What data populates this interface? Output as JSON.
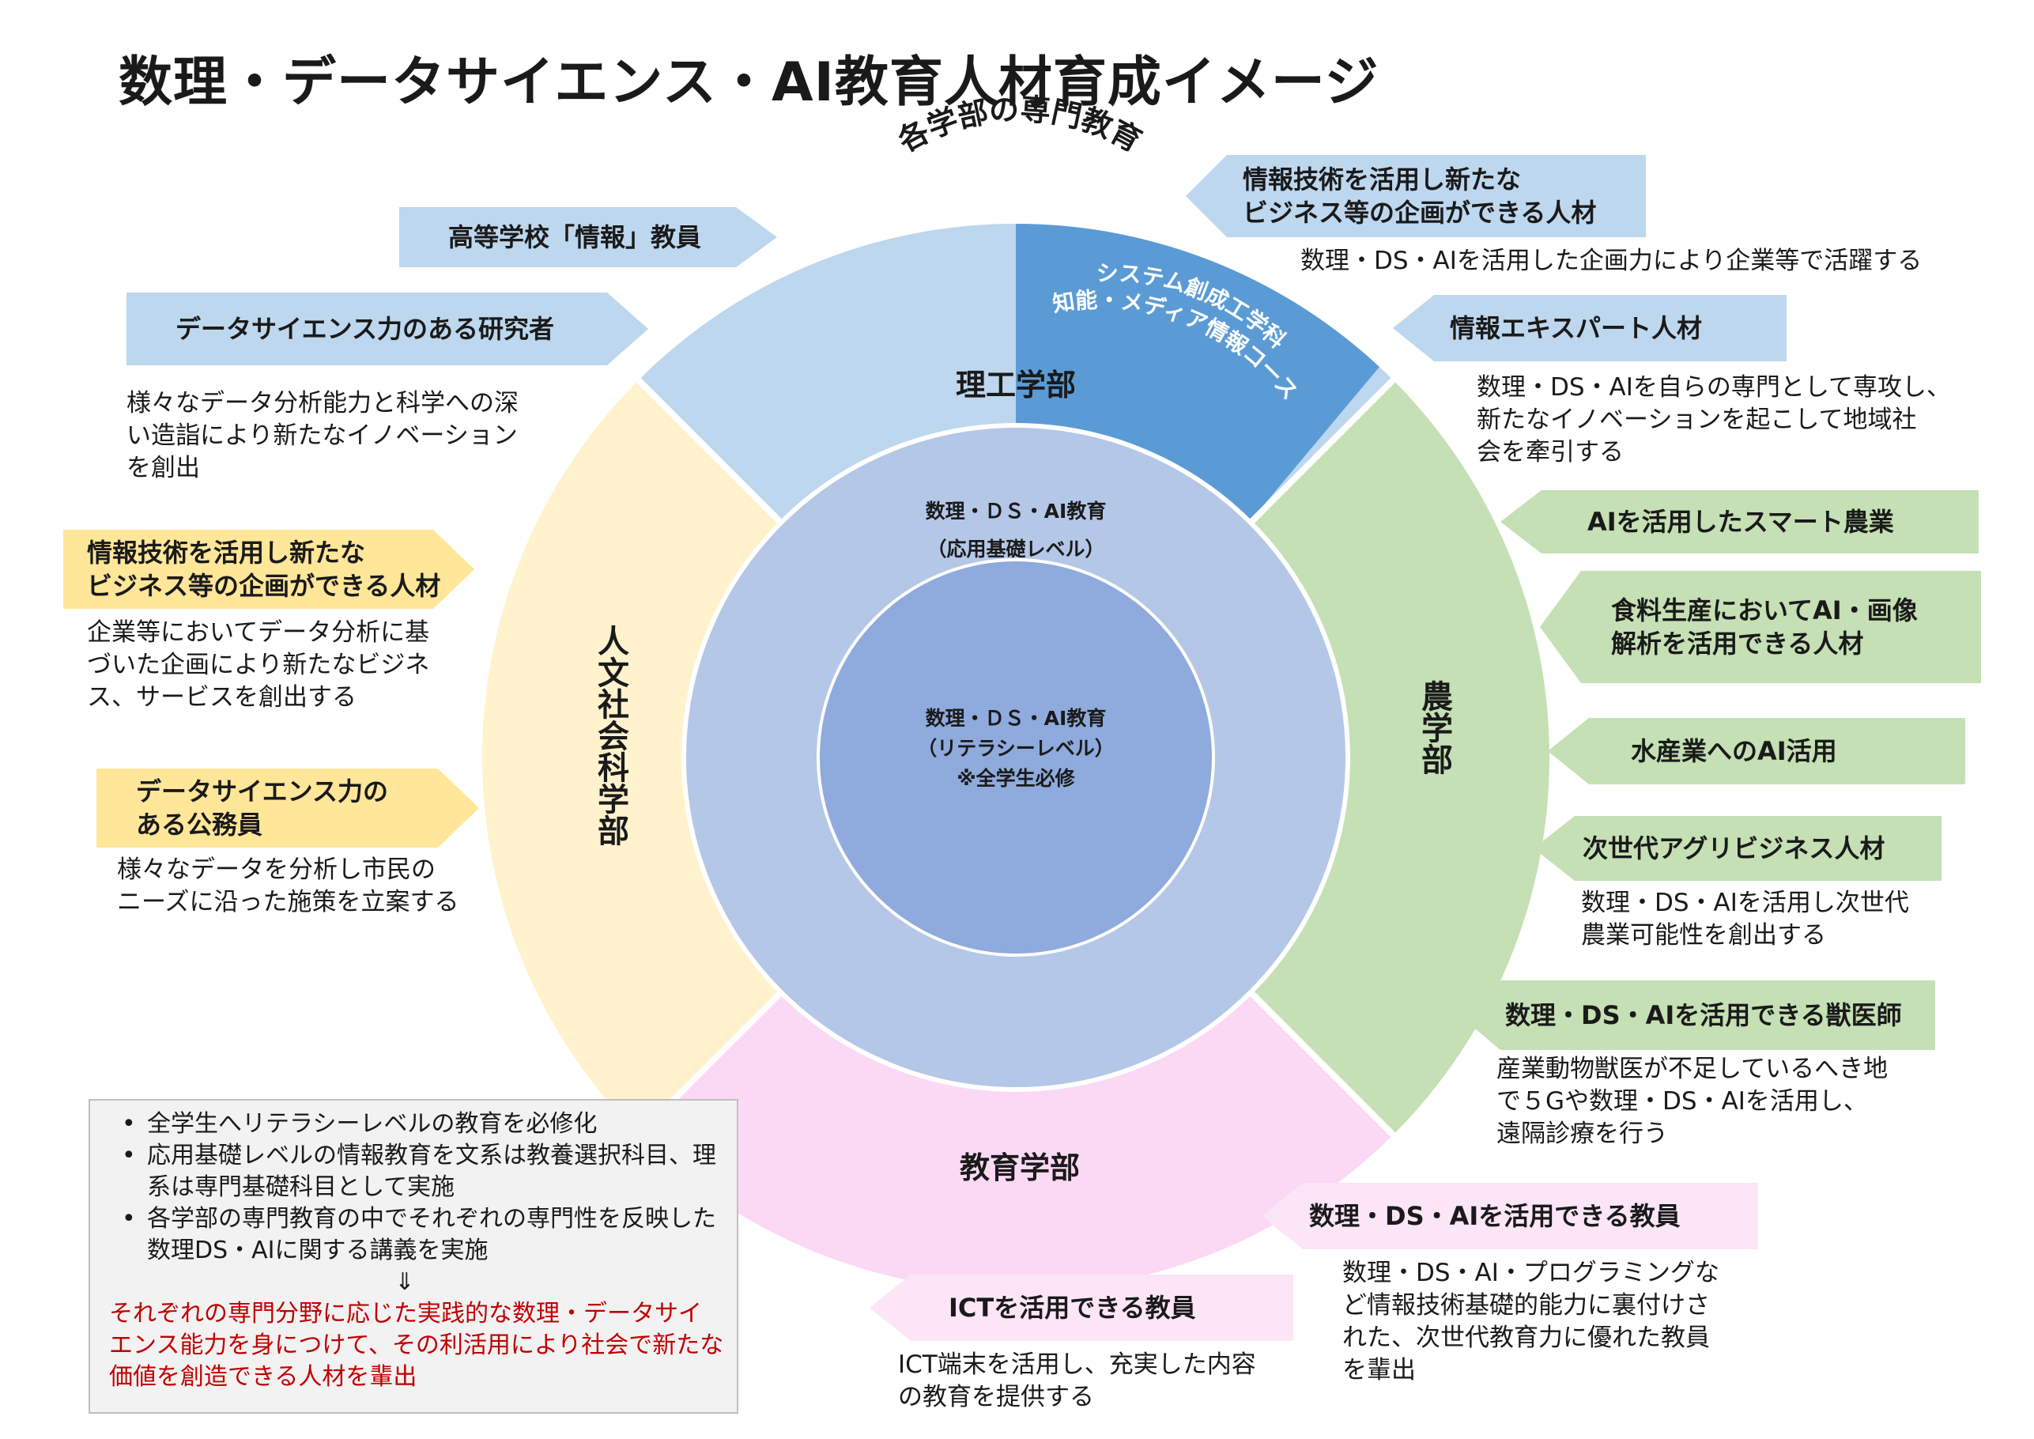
{
  "title": "数理・データサイエンス・AI教育人材育成イメージ",
  "colors": {
    "science": "#bdd7ee",
    "science_course": "#5b9bd5",
    "agriculture": "#c5e0b4",
    "education": "#fbd9f4",
    "humanities": "#fff2cc",
    "applied_ring": "#b4c7e7",
    "literacy_core": "#8faadc",
    "highlight_red": "#c00000"
  },
  "ring": {
    "outer_label": "各学部の専門教育",
    "science": "理工学部",
    "course": [
      "システム創成工学科",
      "知能・メディア情報コース"
    ],
    "agriculture": "農学部",
    "education": "教育学部",
    "humanities": "人文社会科学部",
    "applied_line1": "数理・ＤＳ・AI教育",
    "applied_line2": "（応用基礎レベル）",
    "literacy_line1": "数理・ＤＳ・AI教育",
    "literacy_line2": "（リテラシーレベル）",
    "literacy_line3": "※全学生必修"
  },
  "left": {
    "teacher_label": "高等学校「情報」教員",
    "researcher_label": "データサイエンス力のある研究者",
    "researcher_desc": "様々なデータ分析能力と科学への深\nい造詣により新たなイノベーション\nを創出",
    "planner_label": "情報技術を活用し新たな\nビジネス等の企画ができる人材",
    "planner_desc": "企業等においてデータ分析に基\nづいた企画により新たなビジネ\nス、サービスを創出する",
    "civil_label": "データサイエンス力の\nある公務員",
    "civil_desc": "様々なデータを分析し市民の\nニーズに沿った施策を立案する"
  },
  "right": {
    "planner_label": "情報技術を活用し新たな\nビジネス等の企画ができる人材",
    "planner_desc": "数理・DS・AIを活用した企画力により企業等で活躍する",
    "expert_label": "情報エキスパート人材",
    "expert_desc": "数理・DS・AIを自らの専門として専攻し、\n新たなイノベーションを起こして地域社\n会を牽引する",
    "smart_agri_label": "AIを活用したスマート農業",
    "food_label": "食料生産においてAI・画像\n解析を活用できる人材",
    "fishery_label": "水産業へのAI活用",
    "agribiz_label": "次世代アグリビジネス人材",
    "agribiz_desc": "数理・DS・AIを活用し次世代\n農業可能性を創出する",
    "vet_label": "数理・DS・AIを活用できる獣医師",
    "vet_desc": "産業動物獣医が不足しているへき地\nで５Gや数理・DS・AIを活用し、\n遠隔診療を行う",
    "teacher_label": "数理・DS・AIを活用できる教員",
    "teacher_desc": "数理・DS・AI・プログラミングな\nど情報技術基礎的能力に裏付けさ\nれた、次世代教育力に優れた教員\nを輩出",
    "ict_label": "ICTを活用できる教員",
    "ict_desc": "ICT端末を活用し、充実した内容\nの教育を提供する"
  },
  "summary": {
    "bullets": [
      "全学生へリテラシーレベルの教育を必修化",
      "応用基礎レベルの情報教育を文系は教養選択科目、理系は専門基礎科目として実施",
      "各学部の専門教育の中でそれぞれの専門性を反映した数理DS・AIに関する講義を実施"
    ],
    "bullet_mark": "•",
    "arrow": "⇓",
    "conclusion": "それぞれの専門分野に応じた実践的な数理・データサイエンス能力を身につけて、その利活用により社会で新たな価値を創造できる人材を輩出"
  }
}
